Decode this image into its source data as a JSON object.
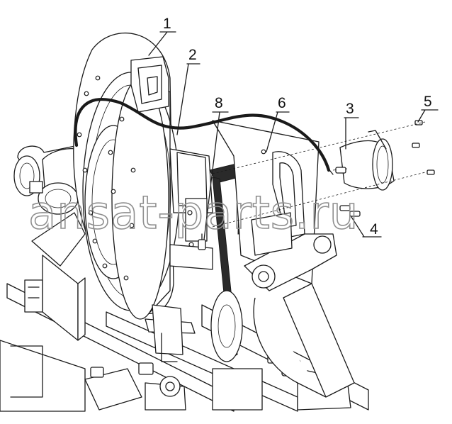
{
  "watermark": "ansat-parts.ru",
  "callouts": [
    {
      "id": "1",
      "label": "1"
    },
    {
      "id": "2",
      "label": "2"
    },
    {
      "id": "3",
      "label": "3"
    },
    {
      "id": "4",
      "label": "4"
    },
    {
      "id": "5",
      "label": "5"
    },
    {
      "id": "6",
      "label": "6"
    },
    {
      "id": "8",
      "label": "8"
    }
  ],
  "colors": {
    "ink": "#1a1a1a",
    "watermark": "#8f8f8f",
    "background": "#ffffff"
  }
}
